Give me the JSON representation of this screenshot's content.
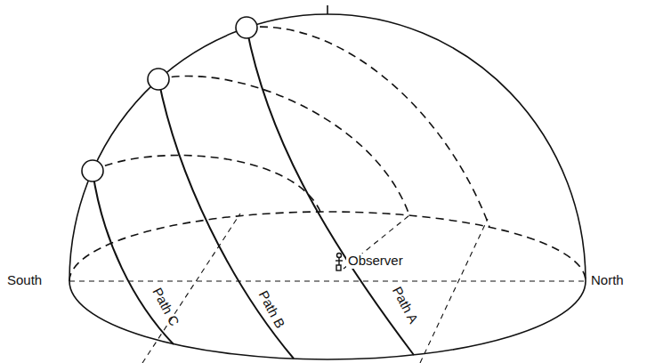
{
  "diagram": {
    "labels": [
      "South",
      "Observer",
      "North",
      "Path C",
      "Path B",
      "Path A"
    ]
  }
}
